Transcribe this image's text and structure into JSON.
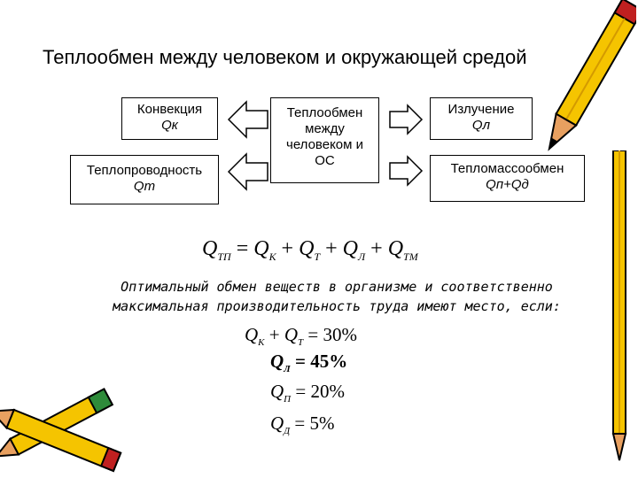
{
  "title": "Теплообмен между человеком и окружающей средой",
  "boxes": {
    "convection": {
      "label": "Конвекция",
      "symbol": "Qк"
    },
    "conduction": {
      "label": "Теплопроводность",
      "symbol": "Qт"
    },
    "center": {
      "label": "Теплообмен между человеком и ОС"
    },
    "radiation": {
      "label": "Излучение",
      "symbol": "Qл"
    },
    "mass_transfer": {
      "label": "Тепломассообмен",
      "symbol": "Qп+Qд"
    }
  },
  "formula": {
    "lhs": "Q",
    "lhs_sub": "ТП",
    "eq": "=",
    "t1": "Q",
    "t1_sub": "К",
    "plus1": "+",
    "t2": "Q",
    "t2_sub": "Т",
    "plus2": "+",
    "t3": "Q",
    "t3_sub": "Л",
    "plus3": "+",
    "t4": "Q",
    "t4_sub": "ТМ"
  },
  "paragraph": "Оптимальный обмен веществ в организме и соответственно максимальная производительность труда имеют место, если:",
  "conditions": [
    {
      "expr": "QК + QТ",
      "a": "Q",
      "a_sub": "К",
      "plus": "+",
      "b": "Q",
      "b_sub": "Т",
      "eq": "=",
      "value": "30%"
    },
    {
      "a": "Q",
      "a_sub": "Л",
      "eq": "=",
      "value": "45%"
    },
    {
      "a": "Q",
      "a_sub": "П",
      "eq": "=",
      "value": "20%"
    },
    {
      "a": "Q",
      "a_sub": "Д",
      "eq": "=",
      "value": "5%"
    }
  ],
  "colors": {
    "pencil_body": "#f5c400",
    "pencil_tip": "#e8a060",
    "pencil_green": "#2e8b3a",
    "pencil_red": "#c02020"
  }
}
